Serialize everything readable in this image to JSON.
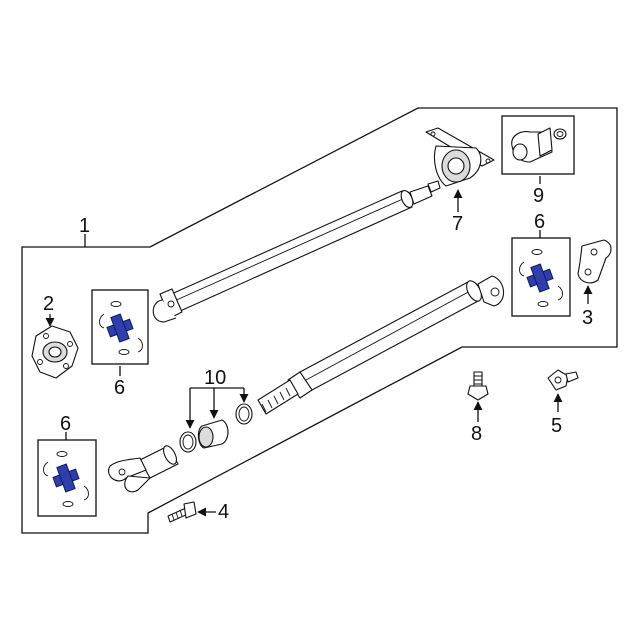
{
  "callouts": {
    "c1": "1",
    "c2": "2",
    "c3": "3",
    "c4": "4",
    "c5": "5",
    "c6a": "6",
    "c6b": "6",
    "c6c": "6",
    "c7": "7",
    "c8": "8",
    "c9": "9",
    "c10": "10"
  },
  "colors": {
    "line": "#111111",
    "ujoint_blue": "#2f3ea8",
    "background": "#ffffff"
  }
}
